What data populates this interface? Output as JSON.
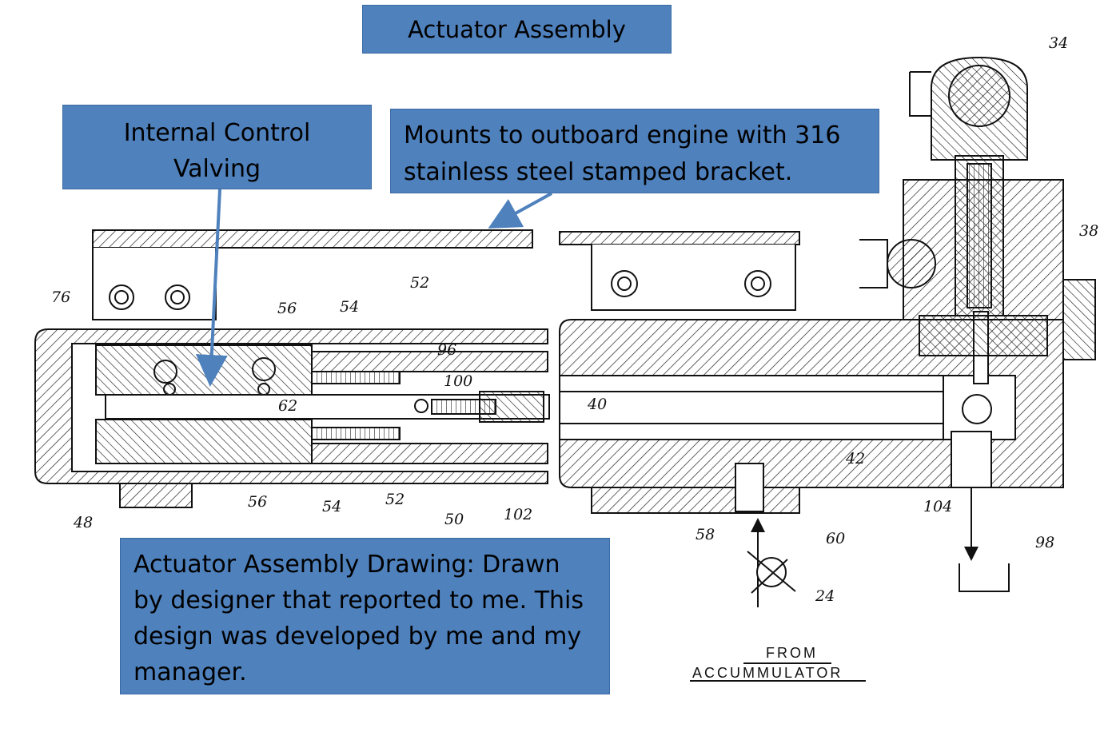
{
  "title": "Actuator Assembly",
  "callouts": {
    "internal_valving": [
      "Internal Control",
      "Valving"
    ],
    "mount": [
      "Mounts to outboard engine with 316",
      "stainless steel stamped bracket."
    ],
    "description": [
      "Actuator Assembly Drawing: Drawn",
      "by designer that reported to me. This",
      "design was developed by me and my",
      "manager."
    ]
  },
  "part_numbers": {
    "p34": "34",
    "p38": "38",
    "p76": "76",
    "p56a": "56",
    "p54a": "54",
    "p52a": "52",
    "p96": "96",
    "p100": "100",
    "p62": "62",
    "p40": "40",
    "p48": "48",
    "p56b": "56",
    "p54b": "54",
    "p52b": "52",
    "p50": "50",
    "p102": "102",
    "p58": "58",
    "p104": "104",
    "p60": "60",
    "p24": "24",
    "p98": "98",
    "p42": "42"
  },
  "labels": {
    "from": "FROM",
    "accumulator": "ACCUMMULATOR"
  },
  "colors": {
    "callout_fill": "#4f81bd",
    "arrow": "#4f81bd"
  }
}
